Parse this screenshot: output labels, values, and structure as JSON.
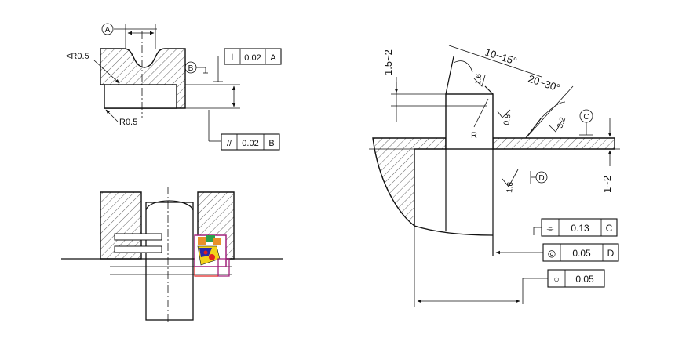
{
  "colors": {
    "line": "#111111",
    "background": "#ffffff",
    "seal_red": "#e02020",
    "seal_yellow": "#f2d21a",
    "seal_blue": "#2a2aa6",
    "seal_green": "#2aa24a",
    "seal_orange": "#e8902a",
    "seal_magenta": "#a0207a"
  },
  "groove_detail": {
    "datum_a_label": "A",
    "datum_b_label": "B",
    "radius_top": "<R0.5",
    "radius_bottom": "R0.5",
    "perpendicularity": {
      "symbol": "⊥",
      "value": "0.02",
      "datum": "A"
    },
    "parallelism": {
      "symbol": "//",
      "value": "0.02",
      "datum": "B"
    }
  },
  "bore_detail": {
    "chamfer_length": "1.5~2",
    "chamfer_angle_small": "10~15°",
    "chamfer_angle_large": "20~30°",
    "roughness_top": "1.6",
    "roughness_edge": "0.8",
    "roughness_face": "3.2",
    "roughness_bore": "1.6",
    "radius_label": "R",
    "datum_c_label": "C",
    "datum_d_label": "D",
    "depth": "1~2",
    "frames": [
      {
        "symbol": "⌯",
        "value": "0.13",
        "datum": "C"
      },
      {
        "symbol": "◎",
        "value": "0.05",
        "datum": "D"
      },
      {
        "symbol": "○",
        "value": "0.05",
        "datum": ""
      }
    ]
  }
}
